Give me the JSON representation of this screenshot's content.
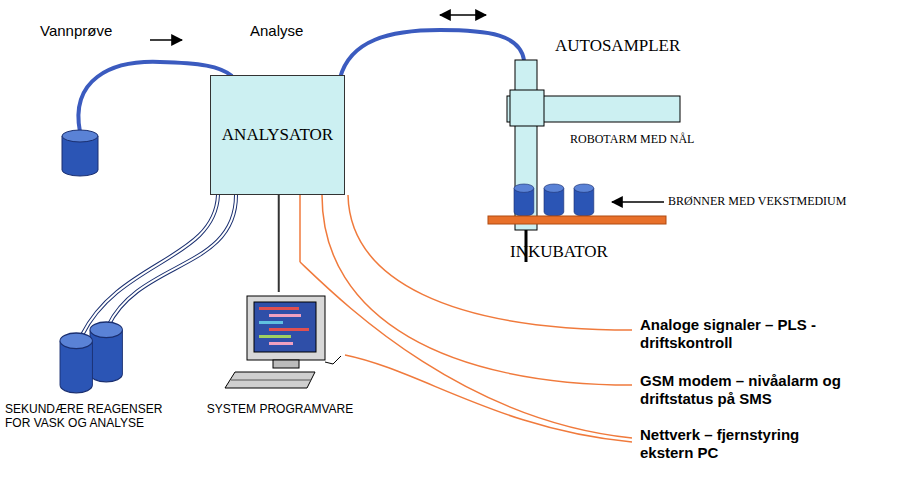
{
  "diagram": {
    "nodes": [
      {
        "text": [
          "ANALYSATOR"
        ]
      },
      {
        "text": [
          "SYSTEM PROGRAMVARE"
        ]
      }
    ],
    "edges": [
      {
        "from": 0,
        "to": 1,
        "arrow": "none"
      }
    ],
    "labels": [
      "Vannprøve",
      "Analyse",
      "AUTOSAMPLER",
      "ROBOTARM MED NÅL",
      "BRØNNER MED VEKSTMEDIUM",
      "INKUBATOR",
      "SEKUNDÆRE REAGENSER FOR VASK OG ANALYSE",
      "Analoge signaler – PLS - driftskontroll",
      "GSM modem – nivåalarm og driftstatus på SMS",
      "Nettverk – fjernstyring ekstern PC"
    ]
  }
}
